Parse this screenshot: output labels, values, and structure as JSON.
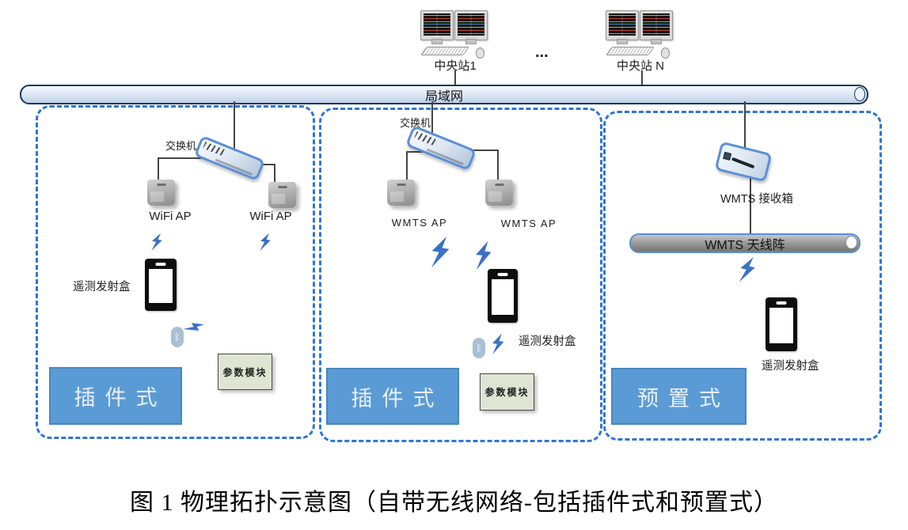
{
  "header": {
    "station1_label": "中央站1",
    "stationN_label": "中央站 N",
    "ellipsis": "...",
    "lan_label": "局域网"
  },
  "zone1": {
    "switch_label": "交换机",
    "ap1_label": "WiFi AP",
    "ap2_label": "WiFi AP",
    "transmitter_label": "遥测发射盒",
    "param_label": "参数模块",
    "type_label": "插件式"
  },
  "zone2": {
    "switch_label": "交换机",
    "ap1_label": "WMTS AP",
    "ap2_label": "WMTS AP",
    "transmitter_label": "遥测发射盒",
    "param_label": "参数模块",
    "type_label": "插件式"
  },
  "zone3": {
    "receiver_label": "WMTS 接收箱",
    "antenna_label": "WMTS 天线阵",
    "transmitter_label": "遥测发射盒",
    "type_label": "预置式"
  },
  "caption": "图 1 物理拓扑示意图（自带无线网络-包括插件式和预置式）",
  "icons": {
    "bluetooth_glyph": "ᛒ"
  },
  "colors": {
    "dashed_border": "#2e75d6",
    "lan_border": "#17375e",
    "device_border": "#5b8fd4",
    "type_box_fill": "#5b9bd5",
    "type_box_border": "#4a86bd",
    "type_box_text": "#e7eff7",
    "param_box_fill": "#e0e4d2",
    "bolt_blue": "#3b71c6",
    "line_color": "#454545"
  }
}
